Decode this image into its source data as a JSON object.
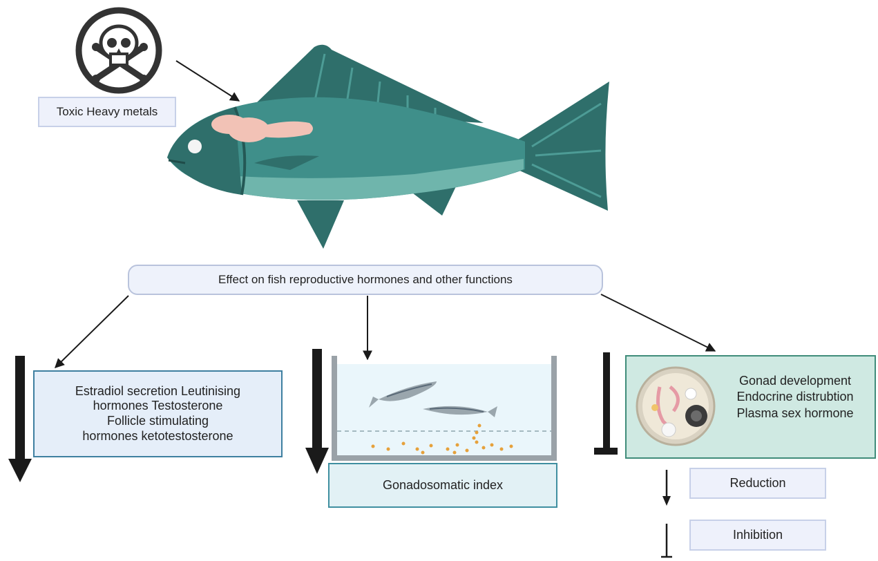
{
  "labels": {
    "toxic_heavy_metals": "Toxic Heavy metals",
    "effect_title": "Effect on fish reproductive hormones and other functions",
    "hormones_list": [
      "Estradiol secretion Leutinising",
      "hormones Testosterone",
      "Follicle stimulating",
      "hormones ketotestosterone"
    ],
    "gonadosomatic_index": "Gonadosomatic index",
    "gonad_effects": [
      "Gonad development",
      "Endocrine distrubtion",
      "Plasma sex hormone"
    ],
    "legend_reduction": "Reduction",
    "legend_inhibition": "Inhibition"
  },
  "colors": {
    "fish_body": "#3f8f8a",
    "fish_dark": "#2f6f6b",
    "fish_belly": "#6fb5ac",
    "organ": "#f2c2b6",
    "box_blue_fill": "#e5eef9",
    "box_blue_border": "#3e7fa0",
    "box_teal_fill": "#cfe9e2",
    "box_teal_border": "#3f8c7a",
    "box_light_fill": "#e2f1f5",
    "legend_fill": "#eef1fb",
    "arrow": "#1a1a1a"
  },
  "icons": [
    "skull-crossbones-icon",
    "fish-illustration",
    "aquarium-tank-icon",
    "gonad-crosssection-icon"
  ]
}
